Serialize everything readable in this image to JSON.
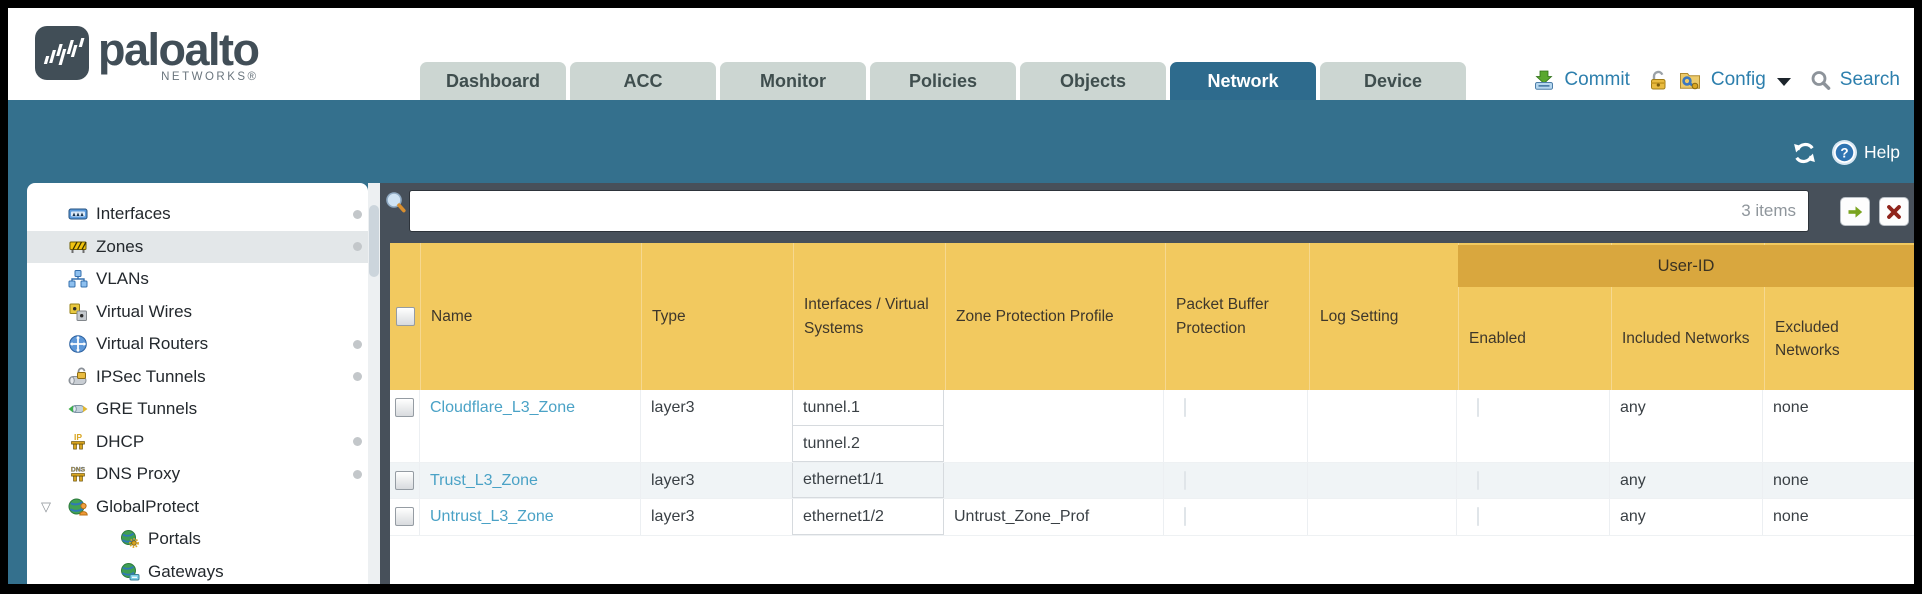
{
  "header": {
    "logo": {
      "title": "paloalto",
      "subtitle": "NETWORKS®"
    },
    "tabs": [
      {
        "label": "Dashboard",
        "active": false
      },
      {
        "label": "ACC",
        "active": false
      },
      {
        "label": "Monitor",
        "active": false
      },
      {
        "label": "Policies",
        "active": false
      },
      {
        "label": "Objects",
        "active": false
      },
      {
        "label": "Network",
        "active": true
      },
      {
        "label": "Device",
        "active": false
      }
    ],
    "actions": {
      "commit": "Commit",
      "config": "Config",
      "search": "Search"
    }
  },
  "toolbar": {
    "help_label": "Help"
  },
  "sidebar": {
    "items": [
      {
        "label": "Interfaces",
        "icon": "interfaces-icon",
        "has_dot": true,
        "selected": false
      },
      {
        "label": "Zones",
        "icon": "zones-icon",
        "has_dot": true,
        "selected": true
      },
      {
        "label": "VLANs",
        "icon": "vlans-icon",
        "has_dot": false,
        "selected": false
      },
      {
        "label": "Virtual Wires",
        "icon": "virtual-wires-icon",
        "has_dot": false,
        "selected": false
      },
      {
        "label": "Virtual Routers",
        "icon": "virtual-routers-icon",
        "has_dot": true,
        "selected": false
      },
      {
        "label": "IPSec Tunnels",
        "icon": "ipsec-tunnels-icon",
        "has_dot": true,
        "selected": false
      },
      {
        "label": "GRE Tunnels",
        "icon": "gre-tunnels-icon",
        "has_dot": false,
        "selected": false
      },
      {
        "label": "DHCP",
        "icon": "dhcp-icon",
        "has_dot": true,
        "selected": false
      },
      {
        "label": "DNS Proxy",
        "icon": "dns-proxy-icon",
        "has_dot": true,
        "selected": false
      },
      {
        "label": "GlobalProtect",
        "icon": "globalprotect-icon",
        "expanded": true,
        "has_dot": false,
        "selected": false
      },
      {
        "label": "Portals",
        "icon": "portals-icon",
        "child": true,
        "has_dot": false,
        "selected": false
      },
      {
        "label": "Gateways",
        "icon": "gateways-icon",
        "child": true,
        "has_dot": false,
        "selected": false
      }
    ]
  },
  "filter": {
    "items_count": "3 items",
    "query": ""
  },
  "table": {
    "user_id_group_label": "User-ID",
    "columns": [
      "",
      "Name",
      "Type",
      "Interfaces / Virtual Systems",
      "Zone Protection Profile",
      "Packet Buffer Protection",
      "Log Setting",
      "Enabled",
      "Included Networks",
      "Excluded Networks"
    ],
    "rows": [
      {
        "name": "Cloudflare_L3_Zone",
        "type": "layer3",
        "interfaces": [
          "tunnel.1",
          "tunnel.2"
        ],
        "zone_protection_profile": "",
        "packet_buffer_protection": false,
        "log_setting": "",
        "user_id_enabled": false,
        "included_networks": "any",
        "excluded_networks": "none"
      },
      {
        "name": "Trust_L3_Zone",
        "type": "layer3",
        "interfaces": [
          "ethernet1/1"
        ],
        "zone_protection_profile": "",
        "packet_buffer_protection": false,
        "log_setting": "",
        "user_id_enabled": false,
        "included_networks": "any",
        "excluded_networks": "none"
      },
      {
        "name": "Untrust_L3_Zone",
        "type": "layer3",
        "interfaces": [
          "ethernet1/2"
        ],
        "zone_protection_profile": "Untrust_Zone_Prof",
        "packet_buffer_protection": false,
        "log_setting": "",
        "user_id_enabled": false,
        "included_networks": "any",
        "excluded_networks": "none"
      }
    ]
  },
  "colors": {
    "teal_band": "#34708d",
    "active_tab": "#2e6b8d",
    "slate_bar": "#47505a",
    "table_header": "#f2c95f",
    "user_id_band": "#d9a73e",
    "link_blue": "#4aa2c6",
    "action_blue": "#2d7fad"
  }
}
